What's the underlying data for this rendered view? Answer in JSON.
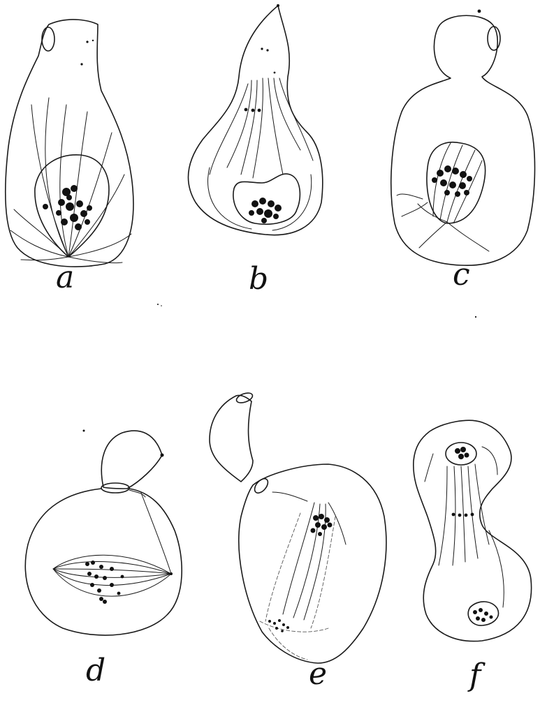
{
  "figures": [
    {
      "id": "a",
      "label": "a"
    },
    {
      "id": "b",
      "label": "b"
    },
    {
      "id": "c",
      "label": "c"
    },
    {
      "id": "d",
      "label": "d"
    },
    {
      "id": "e",
      "label": "e"
    },
    {
      "id": "f",
      "label": "f"
    }
  ],
  "colors": {
    "ink": "#1a1a1a",
    "background": "#ffffff"
  }
}
